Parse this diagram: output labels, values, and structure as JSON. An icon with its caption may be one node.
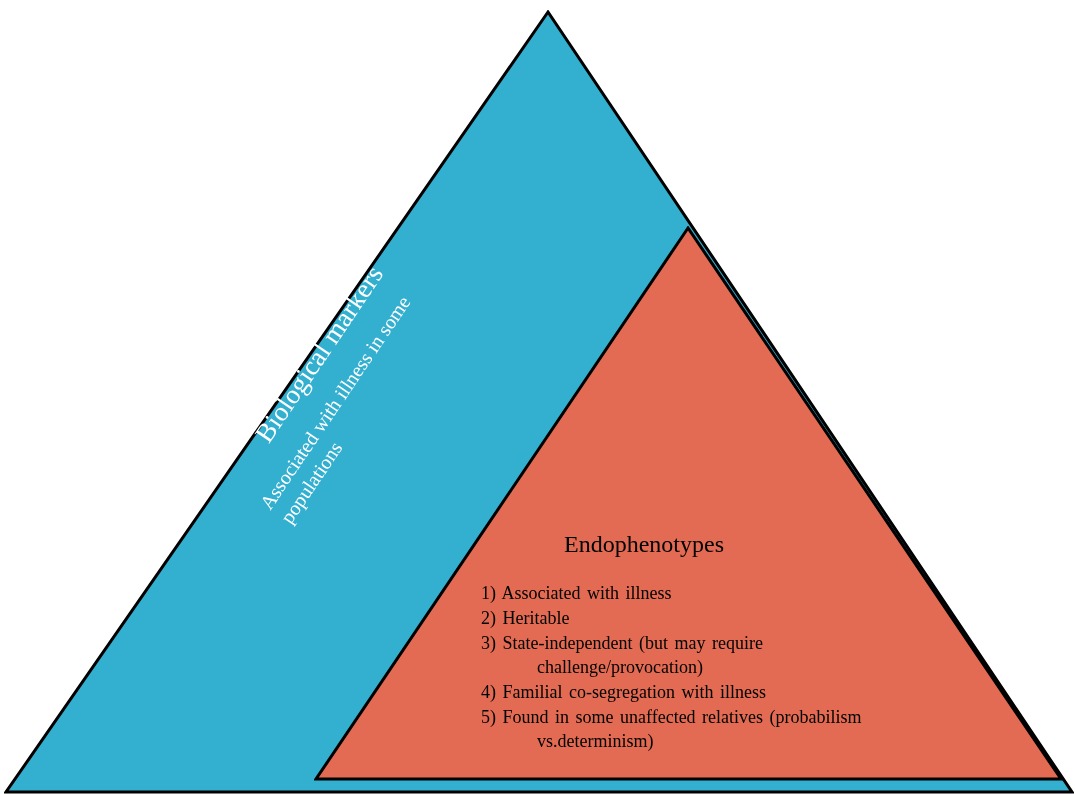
{
  "diagram": {
    "nodes": [
      {
        "text": [
          "Biological markers",
          "Associated with illness in some populations"
        ]
      },
      {
        "text": [
          "Endophenotypes",
          "1) Associated with illness",
          "2) Heritable",
          "3) State-independent (but may require challenge/provocation)",
          "4) Familial co-segregation with illness",
          "5) Found in some unaffected relatives (probabilism vs.determinism)"
        ],
        "in": 0
      }
    ]
  }
}
